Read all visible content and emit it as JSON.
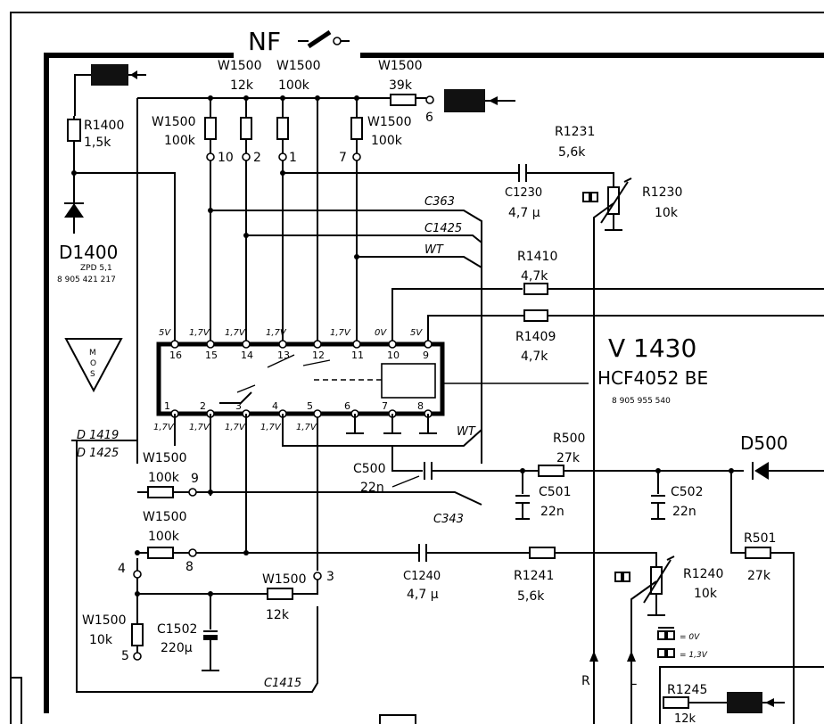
{
  "header": {
    "label": "NF"
  },
  "ic": {
    "name": "V 1430",
    "part": "HCF4052 BE",
    "order": "8 905 955 540",
    "pins_top": [
      "16",
      "15",
      "14",
      "13",
      "12",
      "11",
      "10",
      "9"
    ],
    "pins_bottom": [
      "1",
      "2",
      "3",
      "4",
      "5",
      "6",
      "7",
      "8"
    ],
    "volts_top": [
      "5V",
      "1,7V",
      "1,7V",
      "1,7V",
      "1,7V",
      "0V",
      "5V"
    ],
    "volts_bottom": [
      "1,7V",
      "1,7V",
      "1,7V",
      "1,7V",
      "1,7V"
    ]
  },
  "components": {
    "r1400": {
      "name": "R1400",
      "value": "1,5k"
    },
    "d1400": {
      "name": "D1400",
      "type": "ZPD 5,1",
      "order": "8 905 421 217"
    },
    "w1500_100k_a": {
      "name": "W1500",
      "value": "100k"
    },
    "w1500_12k_top": {
      "name": "W1500",
      "value": "12k"
    },
    "w1500_100k_top": {
      "name": "W1500",
      "value": "100k"
    },
    "w1500_39k": {
      "name": "W1500",
      "value": "39k"
    },
    "w1500_100k_b": {
      "name": "W1500",
      "value": "100k"
    },
    "r1231": {
      "name": "R1231",
      "value": "5,6k"
    },
    "c1230": {
      "name": "C1230",
      "value": "4,7 µ"
    },
    "r1230": {
      "name": "R1230",
      "value": "10k"
    },
    "r1410": {
      "name": "R1410",
      "value": "4,7k"
    },
    "r1409": {
      "name": "R1409",
      "value": "4,7k"
    },
    "r500": {
      "name": "R500",
      "value": "27k"
    },
    "d500": {
      "name": "D500"
    },
    "c500": {
      "name": "C500",
      "value": "22n"
    },
    "c501": {
      "name": "C501",
      "value": "22n"
    },
    "c502": {
      "name": "C502",
      "value": "22n"
    },
    "r501": {
      "name": "R501",
      "value": "27k"
    },
    "w1500_100k_9": {
      "name": "W1500",
      "value": "100k"
    },
    "w1500_100k_8": {
      "name": "W1500",
      "value": "100k"
    },
    "w1500_12k_3": {
      "name": "W1500",
      "value": "12k"
    },
    "w1500_10k": {
      "name": "W1500",
      "value": "10k"
    },
    "c1502": {
      "name": "C1502",
      "value": "220µ"
    },
    "c1240": {
      "name": "C1240",
      "value": "4,7 µ"
    },
    "r1241": {
      "name": "R1241",
      "value": "5,6k"
    },
    "r1240": {
      "name": "R1240",
      "value": "10k"
    },
    "r1245": {
      "name": "R1245",
      "value": "12k"
    }
  },
  "pads": {
    "p1": "1",
    "p2": "2",
    "p3": "3",
    "p4": "4",
    "p5": "5",
    "p6": "6",
    "p7": "7",
    "p8": "8",
    "p9": "9",
    "p10": "10"
  },
  "nets": {
    "c363": "C363",
    "c1425": "C1425",
    "wt1": "WT",
    "wt2": "WT",
    "c343": "C343",
    "c1415": "C1415",
    "d1419": "D 1419",
    "d1425": "D 1425",
    "r_ch": "R",
    "l_ch": "L"
  },
  "legend": {
    "off": "= 0V",
    "on": "= 1,3V"
  },
  "mos": {
    "text": "MOS"
  }
}
